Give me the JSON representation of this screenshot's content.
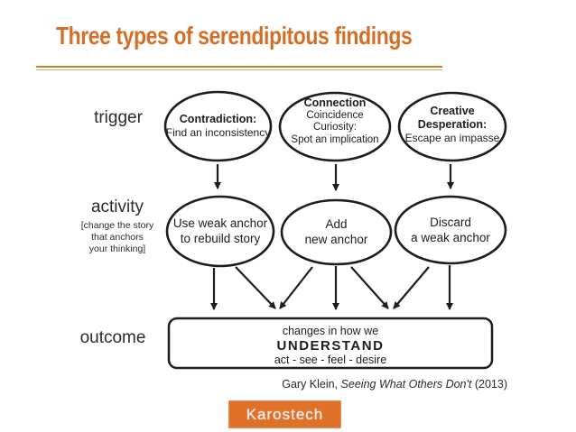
{
  "slide": {
    "title": "Three types of serendipitous findings"
  },
  "labels": {
    "trigger": "trigger",
    "activity": "activity",
    "activity_note": [
      "[change the story",
      "that anchors",
      "your thinking]"
    ],
    "outcome": "outcome"
  },
  "nodes": {
    "contradiction": {
      "title": "Contradiction:",
      "sub": "Find an inconsistency"
    },
    "connection": {
      "title": "Connection",
      "line2": "Coincidence",
      "line3": "Curiosity:",
      "line4": "Spot an implication"
    },
    "creative": {
      "title1": "Creative",
      "title2": "Desperation:",
      "sub": "Escape an impasse"
    },
    "use_weak_anchor": {
      "line1": "Use weak anchor",
      "line2": "to rebuild story"
    },
    "add_anchor": {
      "line1": "Add",
      "line2": "new anchor"
    },
    "discard_anchor": {
      "line1": "Discard",
      "line2": "a weak anchor"
    }
  },
  "outcome_box": {
    "line1": "changes in how we",
    "line2": "UNDERSTAND",
    "line3": "act - see - feel - desire"
  },
  "attribution": {
    "author": "Gary Klein,",
    "book": "Seeing What Others Don't",
    "year": "(2013)"
  },
  "logo": {
    "text": "Karostech"
  },
  "colors": {
    "title_orange": "#d46f27",
    "logo_orange": "#df7129",
    "ink": "#1d1d1d"
  }
}
